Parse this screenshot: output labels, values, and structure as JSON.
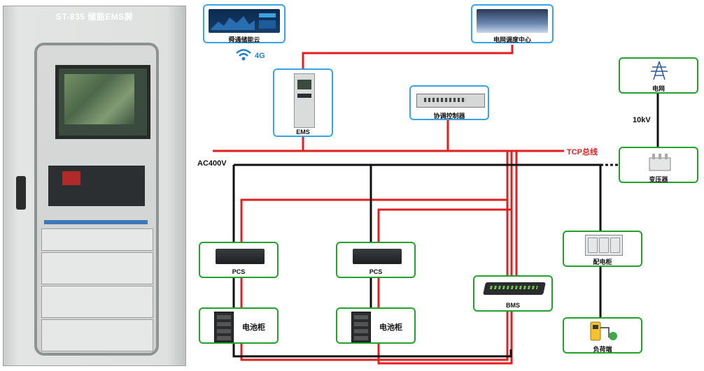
{
  "cabinet": {
    "title": "ST-835 储能EMS屏"
  },
  "nodes": {
    "cloud": "舜通储能云",
    "dispatch": "电网调度中心",
    "ems": "EMS",
    "coordinator": "协调控制器",
    "grid": "电网",
    "transformer": "变压器",
    "pcs1": "PCS",
    "pcs2": "PCS",
    "battery1": "电池柜",
    "battery2": "电池柜",
    "bms": "BMS",
    "distribution": "配电柜",
    "load": "负荷端"
  },
  "labels": {
    "wireless": "4G",
    "tcp_bus": "TCP总线",
    "ac_bus": "AC400V",
    "voltage": "10kV"
  },
  "colors": {
    "comm_line": "#e21e1e",
    "power_line": "#111111",
    "device_frame_blue": "#3aa3e8",
    "device_frame_green": "#22a32a"
  }
}
